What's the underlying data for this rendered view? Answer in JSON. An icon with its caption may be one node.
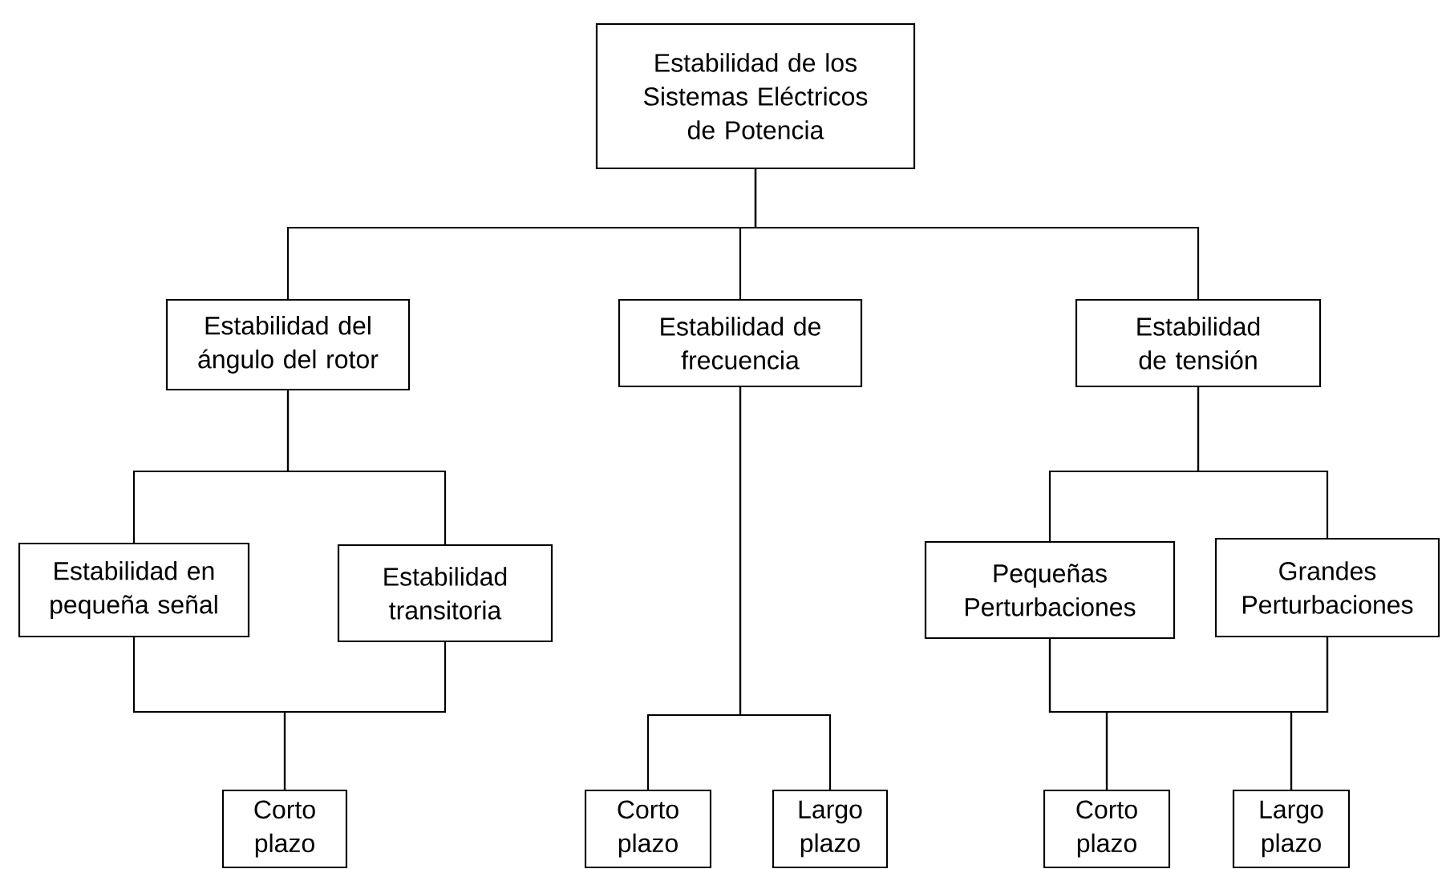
{
  "diagram": {
    "nodes": [
      {
        "text": [
          "Estabilidad de los Sistemas Eléctricos de Potencia"
        ]
      },
      {
        "text": [
          "Estabilidad del ángulo del rotor"
        ]
      },
      {
        "text": [
          "Estabilidad de frecuencia"
        ]
      },
      {
        "text": [
          "Estabilidad de tensión"
        ]
      },
      {
        "text": [
          "Estabilidad en pequeña señal"
        ]
      },
      {
        "text": [
          "Estabilidad transitoria"
        ]
      },
      {
        "text": [
          "Pequeñas Perturbaciones"
        ]
      },
      {
        "text": [
          "Grandes Perturbaciones"
        ]
      },
      {
        "text": [
          "Corto plazo"
        ]
      },
      {
        "text": [
          "Corto plazo"
        ]
      },
      {
        "text": [
          "Largo plazo"
        ]
      },
      {
        "text": [
          "Corto plazo"
        ]
      },
      {
        "text": [
          "Largo plazo"
        ]
      }
    ],
    "edges": [
      {
        "from": 0,
        "to": 1,
        "arrow": "none"
      },
      {
        "from": 0,
        "to": 2,
        "arrow": "none"
      },
      {
        "from": 0,
        "to": 3,
        "arrow": "none"
      },
      {
        "from": 1,
        "to": 4,
        "arrow": "none"
      },
      {
        "from": 1,
        "to": 5,
        "arrow": "none"
      },
      {
        "from": 4,
        "to": 8,
        "arrow": "none"
      },
      {
        "from": 5,
        "to": 8,
        "arrow": "none"
      },
      {
        "from": 2,
        "to": 9,
        "arrow": "none"
      },
      {
        "from": 2,
        "to": 10,
        "arrow": "none"
      },
      {
        "from": 3,
        "to": 6,
        "arrow": "none"
      },
      {
        "from": 3,
        "to": 7,
        "arrow": "none"
      },
      {
        "from": 6,
        "to": 11,
        "arrow": "none"
      },
      {
        "from": 6,
        "to": 12,
        "arrow": "none"
      },
      {
        "from": 7,
        "to": 11,
        "arrow": "none"
      },
      {
        "from": 7,
        "to": 12,
        "arrow": "none"
      }
    ]
  }
}
